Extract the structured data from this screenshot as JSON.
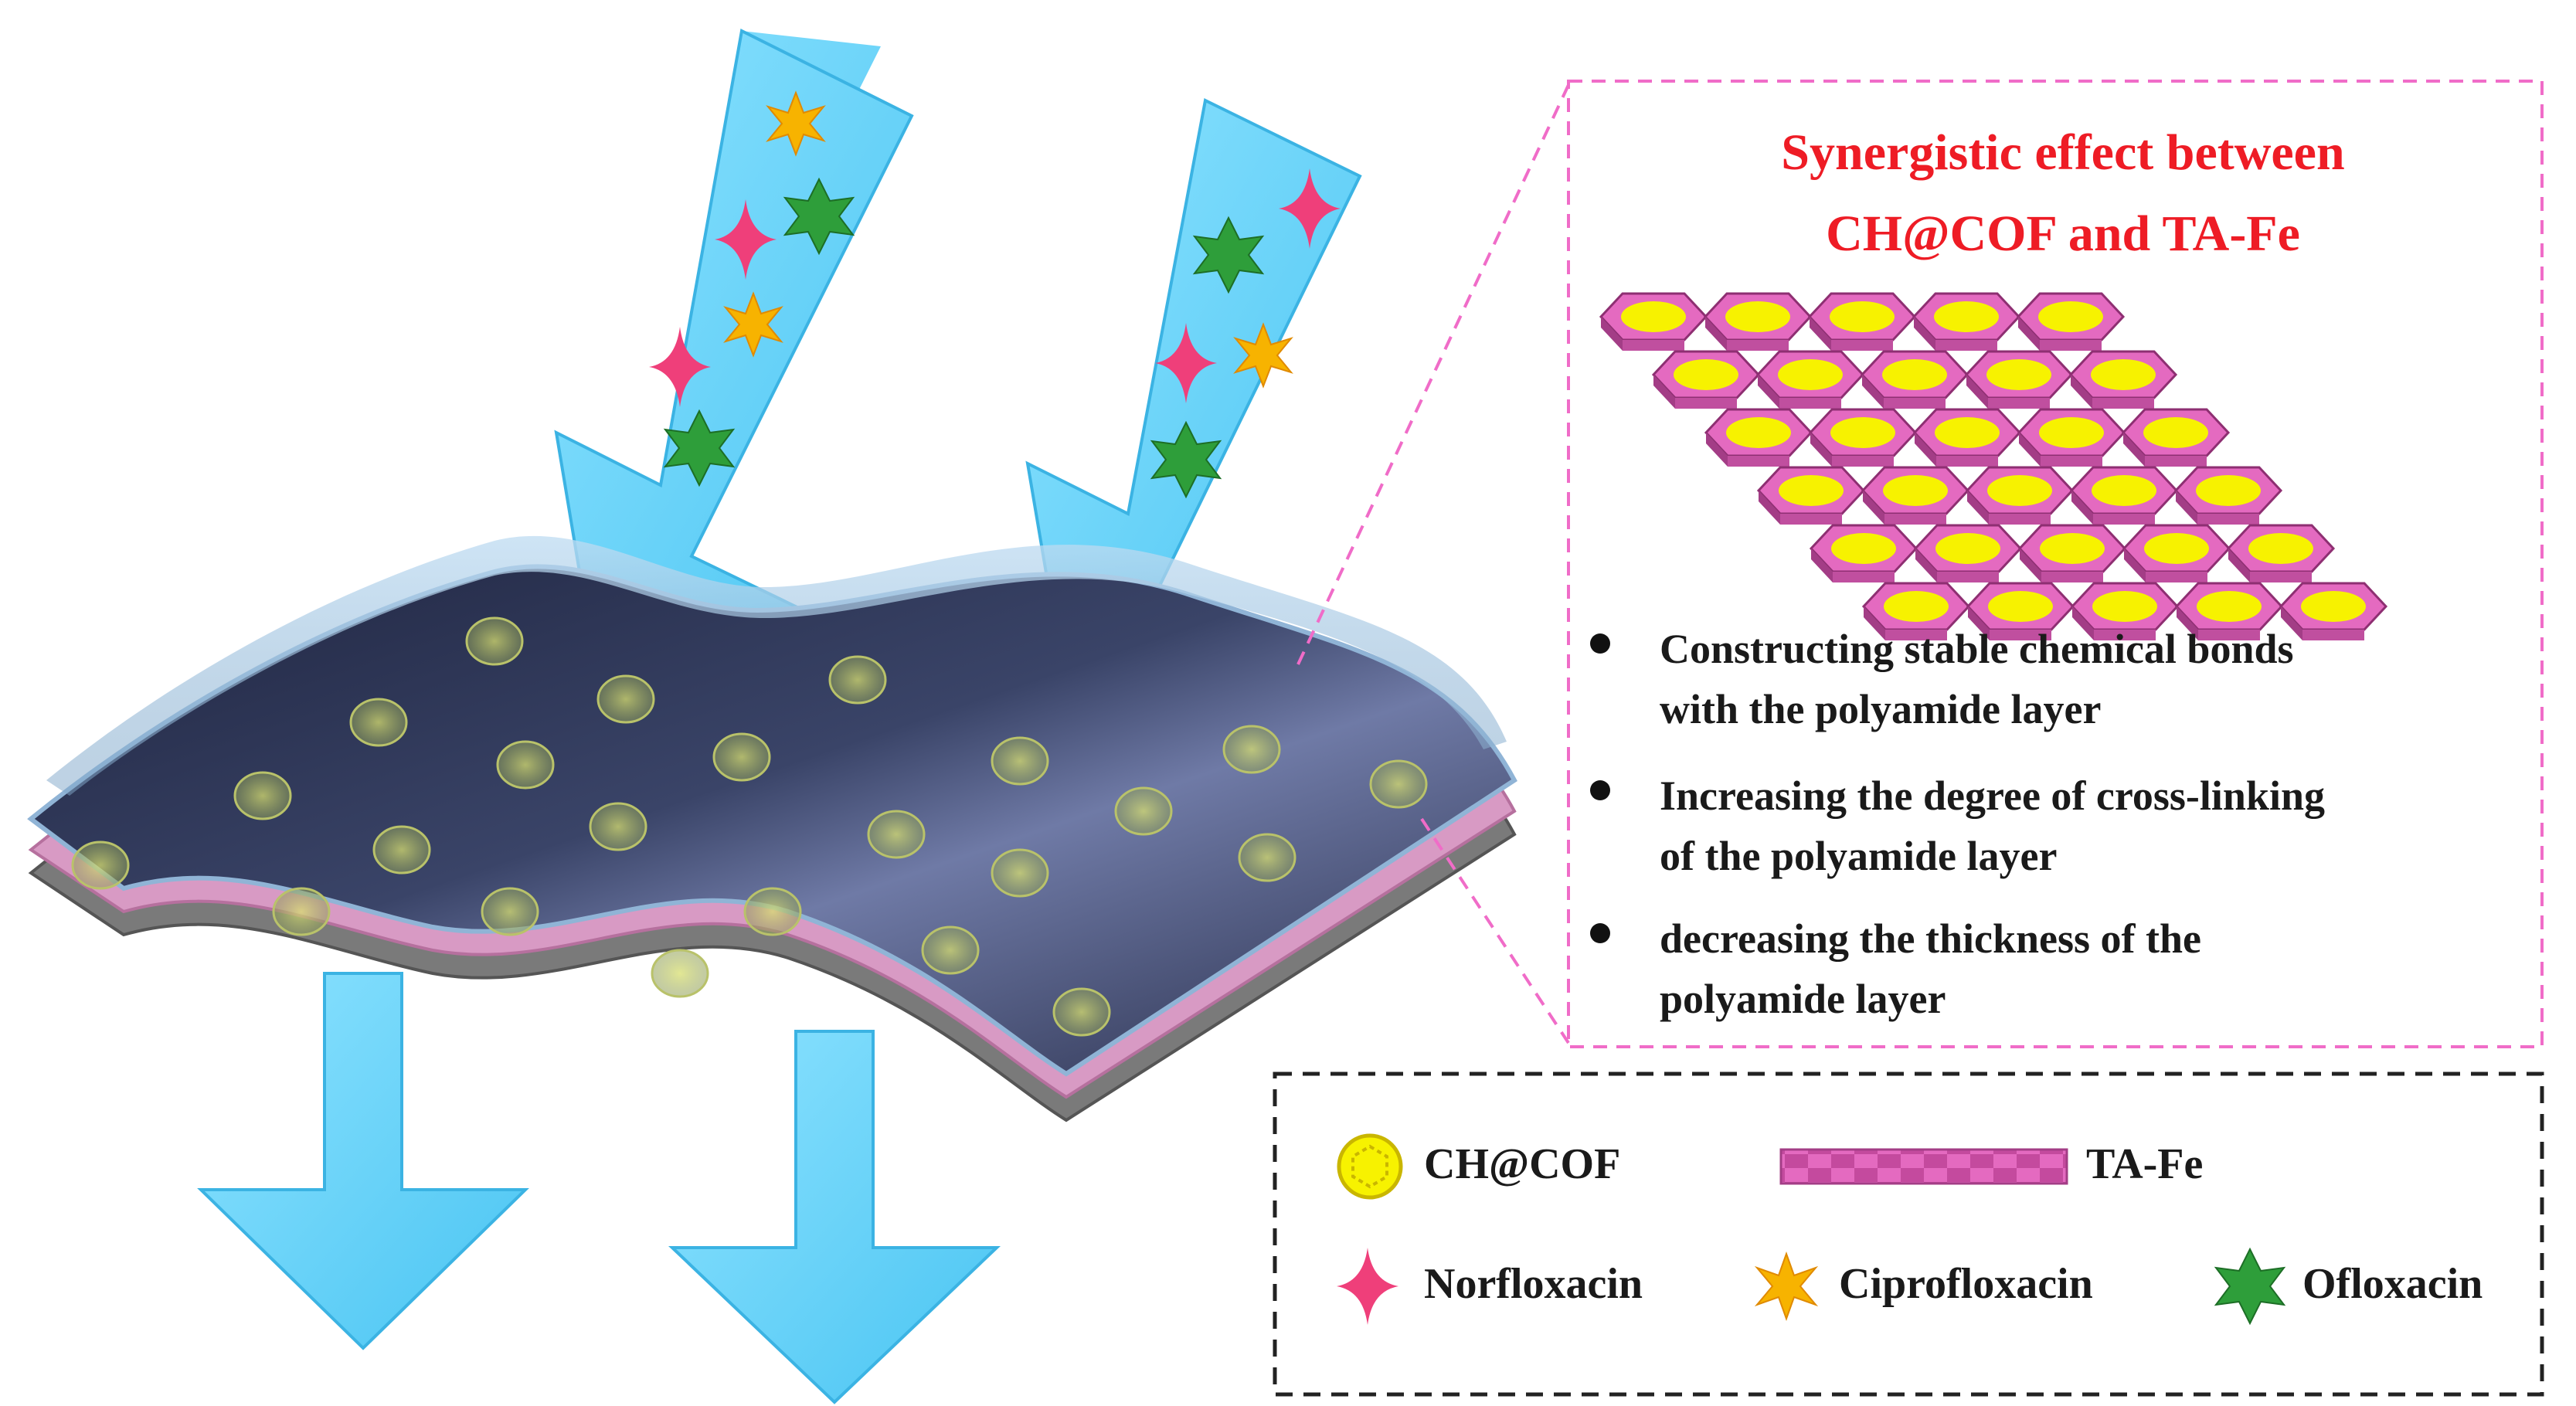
{
  "panel": {
    "title_line1": "Synergistic effect between",
    "title_line2": "CH@COF and TA-Fe",
    "bullets": [
      {
        "line1": "Constructing stable chemical bonds",
        "line2": "with the polyamide layer"
      },
      {
        "line1": "Increasing the degree of cross-linking",
        "line2": "of the polyamide layer"
      },
      {
        "line1": "decreasing the thickness of  the",
        "line2": "polyamide layer"
      }
    ]
  },
  "legend": {
    "ch_cof": "CH@COF",
    "ta_fe": "TA-Fe",
    "norfloxacin": "Norfloxacin",
    "ciprofloxacin": "Ciprofloxacin",
    "ofloxacin": "Ofloxacin"
  },
  "colors": {
    "arrow": "#5ccdf7",
    "title_red": "#ee1c25",
    "pink_dash": "#f06cc8",
    "cof_yellow": "#f7f200",
    "ta_fe_pink": "#e46ac0",
    "norfloxacin": "#ef3f7a",
    "ciprofloxacin": "#f7b300",
    "ofloxacin": "#2e9e3a",
    "membrane_dark": "#2c3350"
  }
}
